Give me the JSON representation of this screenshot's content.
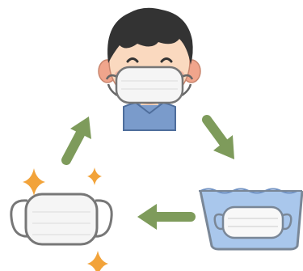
{
  "diagram": {
    "type": "cycle",
    "nodes": [
      {
        "id": "person",
        "icon": "person-wearing-mask-icon"
      },
      {
        "id": "washing",
        "icon": "mask-in-wash-basin-icon"
      },
      {
        "id": "clean",
        "icon": "clean-sparkling-mask-icon"
      }
    ],
    "edges": [
      {
        "from": "person",
        "to": "washing",
        "icon": "arrow-down-right-icon"
      },
      {
        "from": "washing",
        "to": "clean",
        "icon": "arrow-left-icon"
      },
      {
        "from": "clean",
        "to": "person",
        "icon": "arrow-up-right-icon"
      }
    ]
  },
  "colors": {
    "arrow": "#7E9B5B",
    "hair": "#333333",
    "skin": "#FAD9BF",
    "cheek": "#F0A58C",
    "mask": "#F5F5F5",
    "outline": "#555555",
    "shirt": "#7A9BCB",
    "water": "#A9C7EC",
    "basin": "#7A8797",
    "sparkle": "#F2A33A"
  }
}
